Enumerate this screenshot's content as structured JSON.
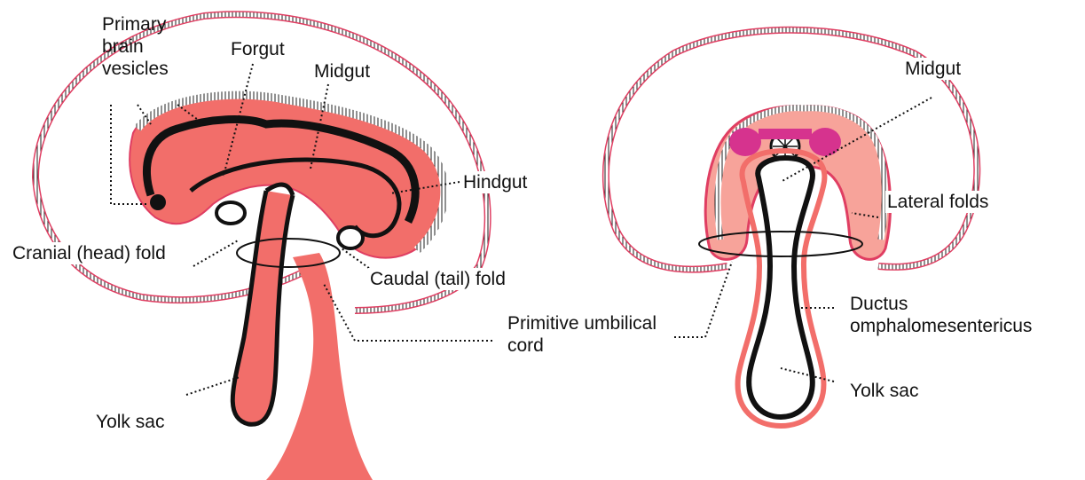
{
  "colors": {
    "ectoderm": "#ffffff",
    "mesoderm": "#f26e6a",
    "mesoderm_light": "#f7a39a",
    "endoderm": "#111111",
    "neural": "#d6338e",
    "outline": "#e03e62"
  },
  "left_figure": {
    "labels": {
      "primary_brain_vesicles": "Primary brain vesicles",
      "forgut": "Forgut",
      "midgut": "Midgut",
      "hindgut": "Hindgut",
      "cranial_fold": "Cranial (head) fold",
      "caudal_fold": "Caudal (tail) fold",
      "umbilical_cord": "Primitive umbilical cord",
      "yolk_sac": "Yolk sac"
    }
  },
  "right_figure": {
    "labels": {
      "midgut": "Midgut",
      "lateral_folds": "Lateral folds",
      "ductus": "Ductus omphalomesentericus",
      "yolk_sac": "Yolk sac"
    }
  }
}
